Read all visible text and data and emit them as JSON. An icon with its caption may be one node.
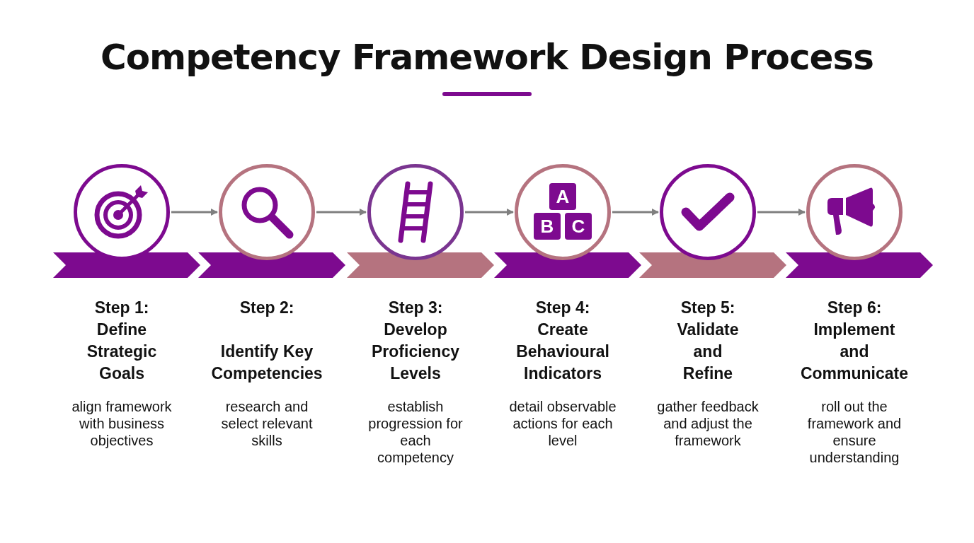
{
  "diagram": {
    "title": "Competency Framework Design Process",
    "nodes": [
      {
        "text": [],
        "shape": "circle",
        "beside": [
          "Step 1:",
          "Define Strategic Goals",
          "align framework with business objectives"
        ]
      },
      {
        "text": [],
        "shape": "circle",
        "beside": [
          "Step 2:",
          "Identify Key Competencies",
          "research and select relevant skills"
        ]
      },
      {
        "text": [],
        "shape": "circle",
        "beside": [
          "Step 3:",
          "Develop Proficiency Levels",
          "establish progression for each competency"
        ]
      },
      {
        "text": [],
        "shape": "circle",
        "beside": [
          "Step 4:",
          "Create Behavioural Indicators",
          "detail observable actions for each level"
        ]
      },
      {
        "text": [],
        "shape": "circle",
        "beside": [
          "Step 5:",
          "Validate and Refine",
          "gather feedback and adjust the framework"
        ]
      },
      {
        "text": [],
        "shape": "circle",
        "beside": [
          "Step 6:",
          "Implement and Communicate",
          "roll out the framework and ensure understanding"
        ]
      },
      {
        "text": [],
        "shape": "chevron"
      },
      {
        "text": [],
        "shape": "chevron"
      },
      {
        "text": [],
        "shape": "chevron"
      },
      {
        "text": [],
        "shape": "chevron"
      },
      {
        "text": [],
        "shape": "chevron"
      },
      {
        "text": [],
        "shape": "chevron"
      }
    ],
    "edges": [
      {
        "from": 0,
        "to": 1,
        "arrow": "to"
      },
      {
        "from": 1,
        "to": 2,
        "arrow": "to"
      },
      {
        "from": 2,
        "to": 3,
        "arrow": "to"
      },
      {
        "from": 3,
        "to": 4,
        "arrow": "to"
      },
      {
        "from": 4,
        "to": 5,
        "arrow": "to"
      }
    ],
    "labels": [
      "A",
      "B",
      "C"
    ]
  }
}
